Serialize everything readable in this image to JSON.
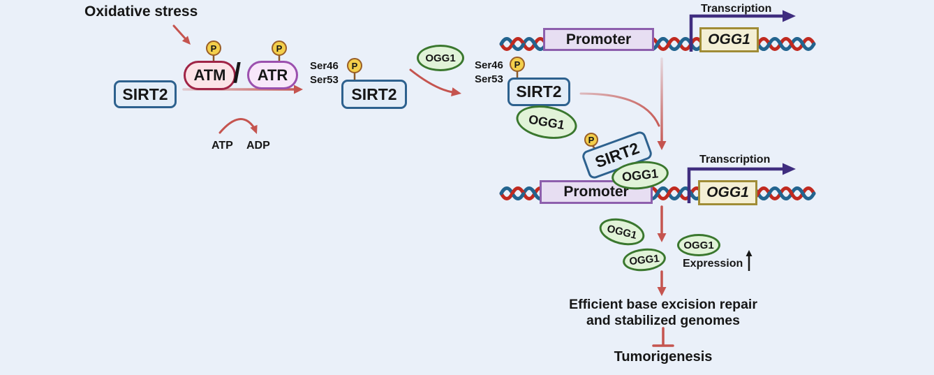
{
  "pathway": {
    "stimulus": "Oxidative stress",
    "kinase_atm": "ATM",
    "kinase_separator": "/",
    "kinase_atr": "ATR",
    "substrate": "SIRT2",
    "phospho": "P",
    "phospho_sites": [
      "Ser46",
      "Ser53"
    ],
    "atp": "ATP",
    "adp": "ADP",
    "ogg1_protein": "OGG1",
    "promoter": "Promoter",
    "ogg1_gene": "OGG1",
    "transcription": "Transcription",
    "expression": "Expression",
    "outcome_line1": "Efficient base excision repair",
    "outcome_line2": "and stabilized genomes",
    "inhibited_process": "Tumorigenesis"
  },
  "colors": {
    "background": "#eaf0f9",
    "red_arrow": "#c5544f",
    "dna_red": "#c02a20",
    "dna_blue": "#23648f",
    "transcription_arrow": "#3f2d7f",
    "phospho_fill": "#f3cf4b",
    "phospho_border": "#9a5e27",
    "sirt2_fill": "#e3edf8",
    "sirt2_border": "#2d618e",
    "atm_fill": "#fce3e7",
    "atm_border": "#a02446",
    "atr_fill": "#f8e7fa",
    "atr_border": "#9b50ae",
    "ogg1_fill": "#e1f3d8",
    "ogg1_border": "#3a772e",
    "promoter_fill": "#e7def2",
    "promoter_border": "#8d5fad",
    "gene_fill": "#f4efd5",
    "gene_border": "#a08c36",
    "text": "#161616"
  }
}
